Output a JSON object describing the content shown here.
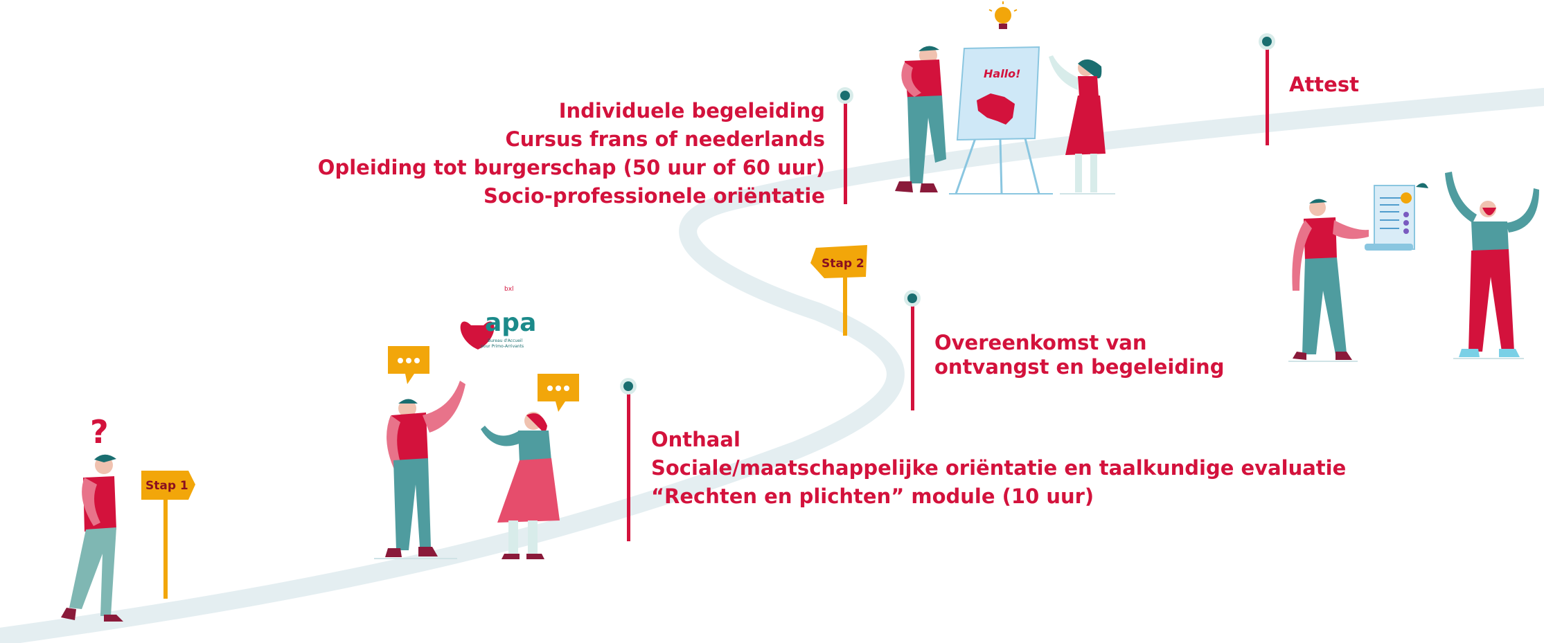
{
  "steps": {
    "step1": "Stap 1",
    "step2": "Stap 2"
  },
  "logo": {
    "name": "apa",
    "superscript": "bxl",
    "line1": "Bureau d'Accueil",
    "line2": "pour Primo-Arrivants"
  },
  "question_mark": "?",
  "flipchart_text": "Hallo!",
  "milestones": {
    "onthaal": [
      "Onthaal",
      "Sociale/maatschappelijke oriëntatie en taalkundige evaluatie",
      "“Rechten en plichten” module (10 uur)"
    ],
    "overeenkomst": [
      "Overeenkomst van",
      "ontvangst en begeleiding"
    ],
    "begeleiding": [
      "Individuele begeleiding",
      "Cursus frans of neederlands",
      "Opleiding tot burgerschap (50 uur of 60 uur)",
      "Socio-professionele oriëntatie"
    ],
    "attest": [
      "Attest"
    ]
  },
  "colors": {
    "accent_red": "#d3123c",
    "teal": "#4f9c9f",
    "sign_yellow": "#f2a60a",
    "path": "#e4eef1",
    "dark_teal": "#1a6e70",
    "pink": "#e8738a"
  }
}
